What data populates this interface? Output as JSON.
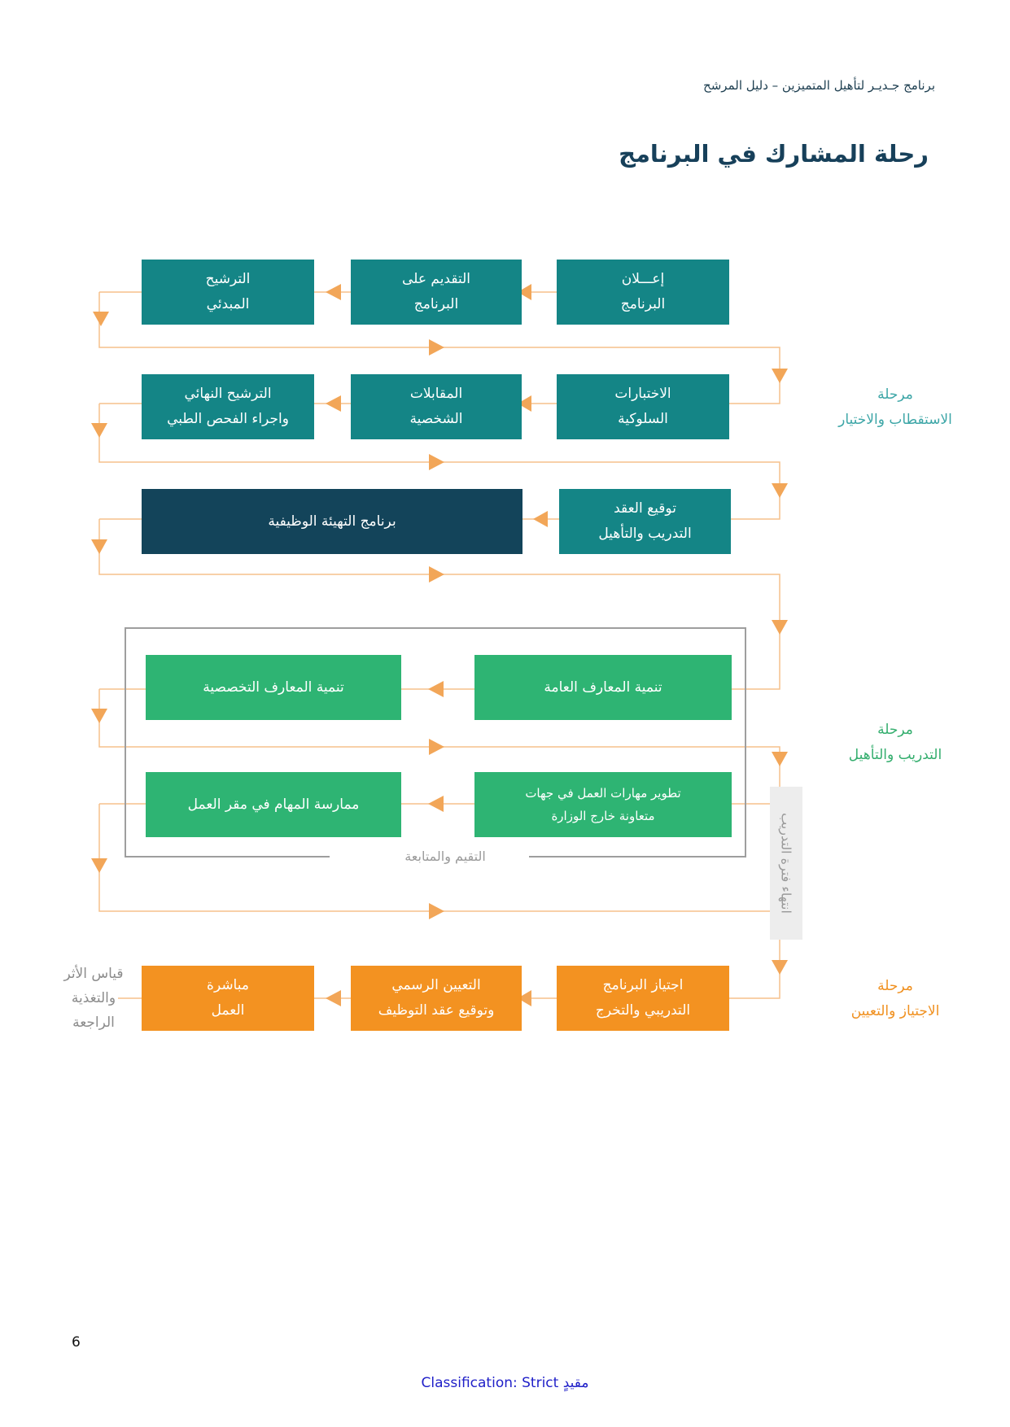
{
  "header": {
    "program_guide": "برنامج جـديـر لتأهيل المتميزين – دليل المرشح"
  },
  "title": "رحلة المشارك في البرنامج",
  "flow": {
    "row1": {
      "announce": [
        "إعـــلان",
        "البرنامج"
      ],
      "apply": [
        "التقديم على",
        "البرنامج"
      ],
      "initial": [
        "الترشيح",
        "المبدئي"
      ]
    },
    "row2": {
      "tests": [
        "الاختبارات",
        "السلوكية"
      ],
      "interviews": [
        "المقابلات",
        "الشخصية"
      ],
      "final": [
        "الترشيح النهائي",
        "واجراء الفحص الطبي"
      ]
    },
    "row3": {
      "contract": [
        "توقيع العقد",
        "التدريب والتأهيل"
      ],
      "onboarding": "برنامج التهيئة الوظيفية"
    },
    "row4": {
      "general": "تنمية المعارف العامة",
      "specialized": "تنمية المعارف التخصصية"
    },
    "row5": {
      "external": [
        "تطوير مهارات العمل في جهات",
        "متعاونة خارج الوزارة"
      ],
      "workplace": "ممارسة المهام في مقر العمل"
    },
    "row6": {
      "pass": [
        "اجتياز البرنامج",
        "التدريبي والتخرج"
      ],
      "appoint": [
        "التعيين الرسمي",
        "وتوقيع عقد التوظيف"
      ],
      "start": [
        "مباشرة",
        "العمل"
      ]
    },
    "evaluation_label": "التقيم والمتابعة",
    "training_end_label": "انتهاء فترة التدريب",
    "feedback_label": [
      "قياس الأثر",
      "والتغذية",
      "الراجعة"
    ]
  },
  "phases": {
    "selection": [
      "مرحلة",
      "الاستقطاب والاختيار"
    ],
    "training": [
      "مرحلة",
      "التدريب والتأهيل"
    ],
    "appointment": [
      "مرحلة",
      "الاجتياز والتعيين"
    ]
  },
  "colors": {
    "teal": "#148586",
    "navy": "#13445a",
    "green": "#2eb473",
    "orange": "#f39221",
    "connector": "#f5c18b",
    "arrow": "#f2a658"
  },
  "footer": {
    "page_number": "6",
    "classification": "Classification: Strict مقيدٍ"
  }
}
